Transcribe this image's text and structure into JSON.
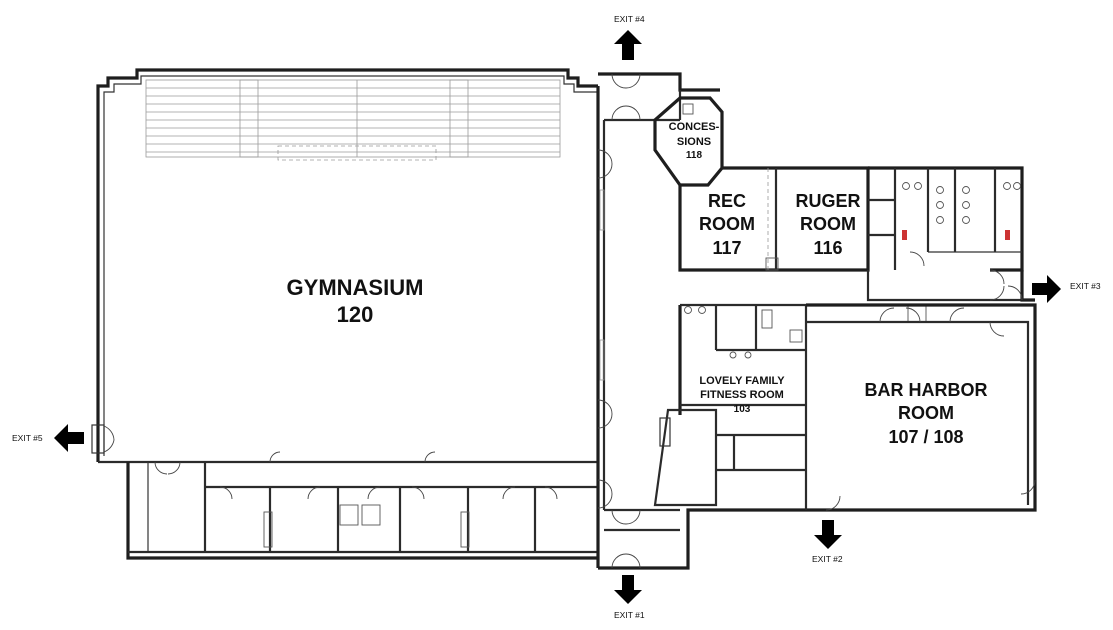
{
  "rooms": {
    "gymnasium": {
      "name": "GYMNASIUM",
      "number": "120"
    },
    "concessions": {
      "line1": "CONCES-",
      "line2": "SIONS",
      "number": "118"
    },
    "rec_room": {
      "line1": "REC",
      "line2": "ROOM",
      "number": "117"
    },
    "ruger_room": {
      "line1": "RUGER",
      "line2": "ROOM",
      "number": "116"
    },
    "fitness_room": {
      "line1": "LOVELY FAMILY",
      "line2": "FITNESS ROOM",
      "number": "103"
    },
    "bar_harbor_room": {
      "line1": "BAR HARBOR",
      "line2": "ROOM",
      "number": "107 / 108"
    }
  },
  "exits": {
    "exit1": "EXIT #1",
    "exit2": "EXIT #2",
    "exit3": "EXIT #3",
    "exit4": "EXIT #4",
    "exit5": "EXIT #5"
  },
  "colors": {
    "walls": "#2b2b2b",
    "arrows": "#000000",
    "background": "#ffffff"
  }
}
